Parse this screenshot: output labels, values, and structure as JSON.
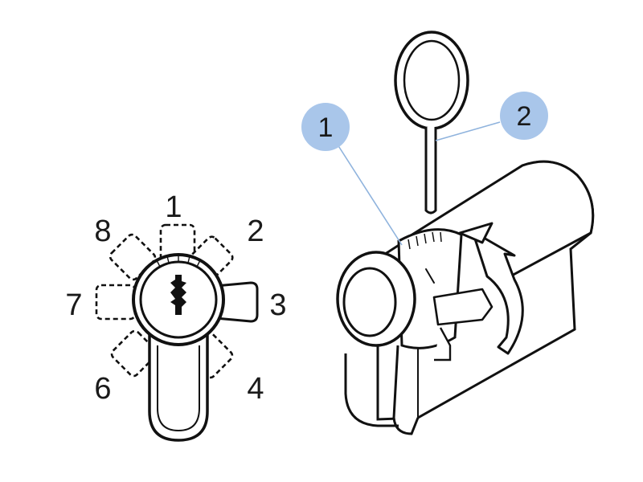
{
  "positions": {
    "p1": "1",
    "p2": "2",
    "p3": "3",
    "p4": "4",
    "p6": "6",
    "p7": "7",
    "p8": "8"
  },
  "callouts": {
    "c1": "1",
    "c2": "2"
  },
  "colors": {
    "callout_fill": "#a9c6ea",
    "leader_line": "#8fb3dd",
    "ink": "#111111"
  }
}
